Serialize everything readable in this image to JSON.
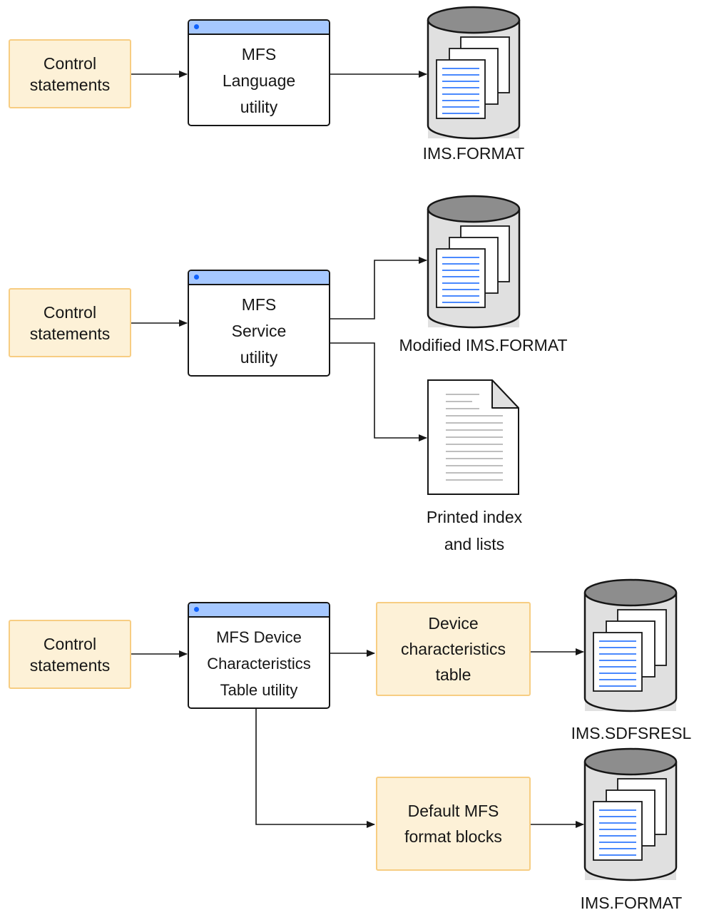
{
  "section1": {
    "control": {
      "line1": "Control",
      "line2": "statements"
    },
    "utility": {
      "line1": "MFS",
      "line2": "Language",
      "line3": "utility"
    },
    "dataset": {
      "label": "IMS.FORMAT"
    }
  },
  "section2": {
    "control": {
      "line1": "Control",
      "line2": "statements"
    },
    "utility": {
      "line1": "MFS",
      "line2": "Service",
      "line3": "utility"
    },
    "dataset": {
      "label": "Modified IMS.FORMAT"
    },
    "report": {
      "line1": "Printed index",
      "line2": "and lists"
    }
  },
  "section3": {
    "control": {
      "line1": "Control",
      "line2": "statements"
    },
    "utility": {
      "line1": "MFS Device",
      "line2": "Characteristics",
      "line3": "Table utility"
    },
    "table": {
      "line1": "Device",
      "line2": "characteristics",
      "line3": "table"
    },
    "table_dataset": {
      "label": "IMS.SDFSRESL"
    },
    "blocks": {
      "line1": "Default MFS",
      "line2": "format blocks"
    },
    "blocks_dataset": {
      "label": "IMS.FORMAT"
    }
  },
  "colors": {
    "box_fill": "#fdf1d7",
    "box_border": "#f7cd82",
    "title_bar": "#a6c8ff",
    "title_dot": "#0f62fe",
    "cylinder_top": "#8d8d8d",
    "cylinder_body": "#e0e0e0",
    "line_color": "#161616"
  }
}
